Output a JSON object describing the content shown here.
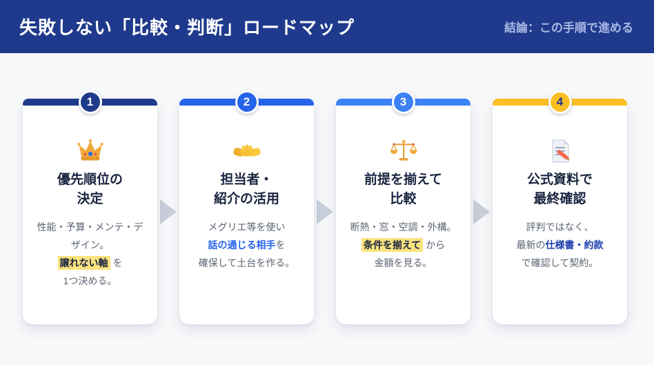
{
  "header": {
    "title": "失敗しない「比較・判断」ロードマップ",
    "subtitle": "結論：この手順で進める"
  },
  "colors": {
    "header_bg": "#1f3a8c",
    "page_bg": "#f7f8fa",
    "arrow": "#c9cfda",
    "highlight_bg": "#fbe37e",
    "title_text": "#1a2440",
    "body_text": "#5b6472",
    "blue_text": "#2563eb",
    "blue_dark_text": "#1e40af"
  },
  "steps": [
    {
      "number": "1",
      "accent": "#1e3a8a",
      "number_color": "#ffffff",
      "icon": "crown-icon",
      "title_lines": [
        "優先順位の",
        "決定"
      ],
      "body": [
        {
          "text": "性能・予算・メンテ・デザイン。",
          "style": "normal",
          "break": true
        },
        {
          "text": "譲れない軸",
          "style": "highlight",
          "break": false
        },
        {
          "text": " を",
          "style": "normal",
          "break": true
        },
        {
          "text": "1つ決める。",
          "style": "normal",
          "break": false
        }
      ]
    },
    {
      "number": "2",
      "accent": "#2563eb",
      "number_color": "#ffffff",
      "icon": "handshake-icon",
      "title_lines": [
        "担当者・",
        "紹介の活用"
      ],
      "body": [
        {
          "text": "メグリエ等を使い",
          "style": "normal",
          "break": true
        },
        {
          "text": "話の通じる相手",
          "style": "blue",
          "break": false
        },
        {
          "text": "を",
          "style": "normal",
          "break": true
        },
        {
          "text": "確保して土台を作る。",
          "style": "normal",
          "break": false
        }
      ]
    },
    {
      "number": "3",
      "accent": "#3b82f6",
      "number_color": "#ffffff",
      "icon": "scale-icon",
      "title_lines": [
        "前提を揃えて",
        "比較"
      ],
      "body": [
        {
          "text": "断熱・窓・空調・外構。",
          "style": "normal",
          "break": true
        },
        {
          "text": "条件を揃えて",
          "style": "highlight",
          "break": false
        },
        {
          "text": " から",
          "style": "normal",
          "break": true
        },
        {
          "text": "金額を見る。",
          "style": "normal",
          "break": false
        }
      ]
    },
    {
      "number": "4",
      "accent": "#fbbf24",
      "number_color": "#1e3a8a",
      "icon": "memo-icon",
      "title_lines": [
        "公式資料で",
        "最終確認"
      ],
      "body": [
        {
          "text": "評判ではなく、",
          "style": "normal",
          "break": true
        },
        {
          "text": "最新の",
          "style": "normal",
          "break": false
        },
        {
          "text": "仕様書・約款",
          "style": "blue-dark",
          "break": true
        },
        {
          "text": "で確認して契約。",
          "style": "normal",
          "break": false
        }
      ]
    }
  ]
}
